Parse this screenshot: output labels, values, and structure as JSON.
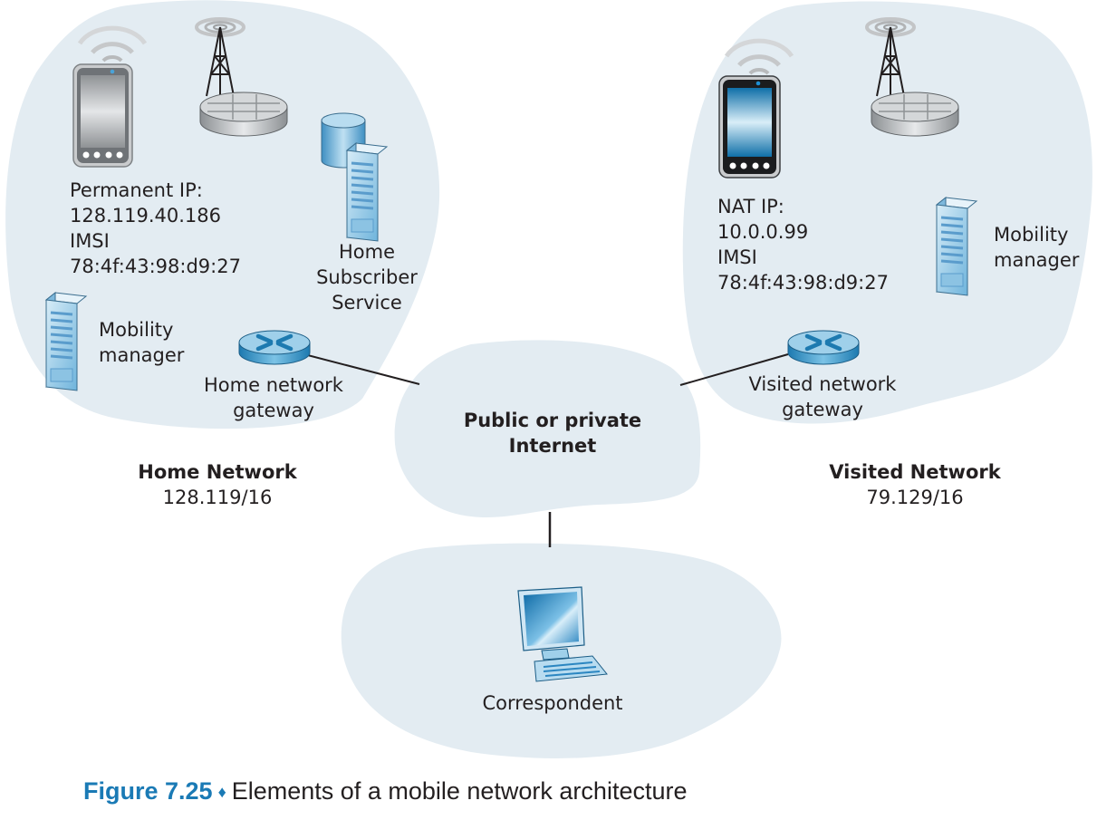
{
  "colors": {
    "cloud_fill": "#e3ecf2",
    "accent_blue": "#1a7ab5",
    "line": "#231f20",
    "text": "#231f20"
  },
  "home_network": {
    "title": "Home Network",
    "prefix": "128.119/16",
    "device": {
      "icon": "smartphone-icon",
      "lines": [
        "Permanent IP:",
        "128.119.40.186",
        "IMSI",
        "78:4f:43:98:d9:27"
      ]
    },
    "base_station": {
      "icon": "cell-tower-icon"
    },
    "hss": {
      "icon": "database-server-icon",
      "lines": [
        "Home",
        "Subscriber",
        "Service"
      ]
    },
    "mobility_manager": {
      "icon": "server-icon",
      "lines": [
        "Mobility",
        "manager"
      ]
    },
    "gateway": {
      "icon": "router-icon",
      "lines": [
        "Home network",
        "gateway"
      ]
    }
  },
  "visited_network": {
    "title": "Visited Network",
    "prefix": "79.129/16",
    "device": {
      "icon": "smartphone-icon",
      "lines": [
        "NAT IP:",
        "10.0.0.99",
        "IMSI",
        "78:4f:43:98:d9:27"
      ]
    },
    "base_station": {
      "icon": "cell-tower-icon"
    },
    "mobility_manager": {
      "icon": "server-icon",
      "lines": [
        "Mobility",
        "manager"
      ]
    },
    "gateway": {
      "icon": "router-icon",
      "lines": [
        "Visited network",
        "gateway"
      ]
    }
  },
  "internet": {
    "lines": [
      "Public or private",
      "Internet"
    ]
  },
  "correspondent": {
    "icon": "desktop-computer-icon",
    "label": "Correspondent"
  },
  "caption": {
    "figure_number": "Figure 7.25",
    "separator": "♦",
    "text": "Elements of a mobile network architecture"
  }
}
